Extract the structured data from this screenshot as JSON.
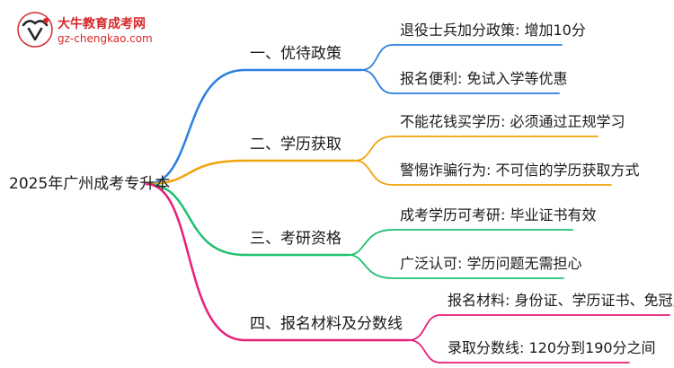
{
  "logo": {
    "title": "大牛教育成考网",
    "url": "gz-chengkao.com",
    "color": "#d6282b"
  },
  "root": {
    "label": "2025年广州成考专升本"
  },
  "branches": [
    {
      "label": "一、优待政策",
      "color": "#2d7fe0",
      "leaves": [
        "退役士兵加分政策: 增加10分",
        "报名便利: 免试入学等优惠"
      ]
    },
    {
      "label": "二、学历获取",
      "color": "#f0a30a",
      "leaves": [
        "不能花钱买学历: 必须通过正规学习",
        "警惕诈骗行为: 不可信的学历获取方式"
      ]
    },
    {
      "label": "三、考研资格",
      "color": "#1fc070",
      "leaves": [
        "成考学历可考研: 毕业证书有效",
        "广泛认可: 学历问题无需担心"
      ]
    },
    {
      "label": "四、报名材料及分数线",
      "color": "#e81e78",
      "leaves": [
        "报名材料: 身份证、学历证书、免冠照片",
        "录取分数线: 120分到190分之间"
      ]
    }
  ]
}
